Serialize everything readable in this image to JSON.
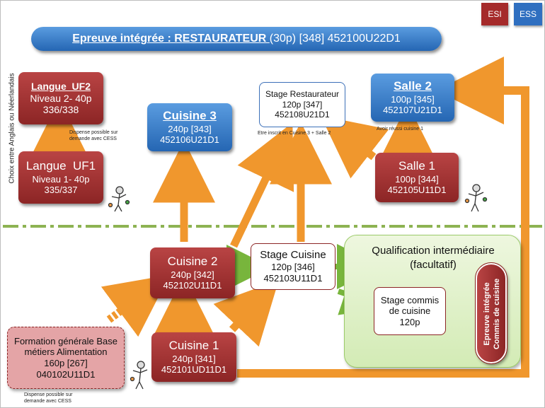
{
  "tags": {
    "esi": "ESI",
    "ess": "ESS"
  },
  "title": {
    "underlined": "Epreuve intégrée : RESTAURATEUR ",
    "rest": "(30p) [348] 452100U22D1"
  },
  "side_label": "Choix entre Anglais ou Néerlandais",
  "boxes": {
    "langue_uf2": {
      "name": "Langue  UF2",
      "line1": "Niveau 2- 40p",
      "line2": "336/338"
    },
    "langue_uf1": {
      "name": "Langue  UF1",
      "line1": "Niveau 1- 40p",
      "line2": "335/337"
    },
    "cuisine3": {
      "name": "Cuisine 3",
      "line1": "240p [343]",
      "line2": "452106U21D1"
    },
    "stage_restaurateur": {
      "name": "Stage Restaurateur",
      "line1": "120p [347]",
      "line2": "452108U21D1"
    },
    "salle2": {
      "name": "Salle 2",
      "line1": "100p [345]",
      "line2": "452107U21D1"
    },
    "salle1": {
      "name": "Salle 1",
      "line1": "100p [344]",
      "line2": "452105U11D1"
    },
    "cuisine2": {
      "name": "Cuisine 2",
      "line1": "240p [342]",
      "line2": "452102U11D1"
    },
    "stage_cuisine": {
      "name": "Stage Cuisine",
      "line1": "120p [346]",
      "line2": "452103U11D1"
    },
    "cuisine1": {
      "name": "Cuisine 1",
      "line1": "240p [341]",
      "line2": "452101UD11D1"
    },
    "formation_generale": {
      "line1": "Formation générale Base",
      "line2": "métiers Alimentation",
      "line3": "160p [267]",
      "line4": "040102U11D1"
    },
    "qualification": {
      "line1": "Qualification intermédiaire",
      "line2": "(facultatif)"
    },
    "stage_commis": {
      "line1": "Stage commis",
      "line2": "de cuisine",
      "line3": "120p"
    },
    "epreuve_commis": {
      "line1": "Epreuve intégrée",
      "line2": "Commis de cuisine"
    }
  },
  "notes": {
    "dispense_top_1": "Dispense possible sur",
    "dispense_top_2": "demande avec CESS",
    "etre_inscrit": "Etre inscrit en Cuisine 3 + Salle 2",
    "avoir_reussi": "Avoir réussi cuisine 1",
    "dispense_bottom_1": "Dispense possible sur",
    "dispense_bottom_2": "demande avec CESS"
  },
  "colors": {
    "red": "#8c2525",
    "blue": "#2566b3",
    "orange": "#f0972d",
    "green": "#78b53c",
    "divider": "#8db352"
  }
}
